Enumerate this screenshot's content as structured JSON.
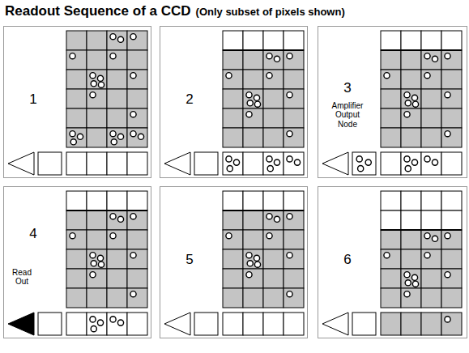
{
  "diagram": {
    "title": "Readout Sequence of a CCD",
    "nodes": [
      {
        "text": [
          "1"
        ]
      },
      {
        "text": [
          "2"
        ]
      },
      {
        "text": [
          "3",
          "Amplifier Output Node"
        ]
      },
      {
        "text": [
          "4",
          "Read Out"
        ]
      },
      {
        "text": [
          "5"
        ]
      },
      {
        "text": [
          "6"
        ]
      }
    ],
    "labels": [
      "(Only subset of pixels shown)"
    ]
  }
}
